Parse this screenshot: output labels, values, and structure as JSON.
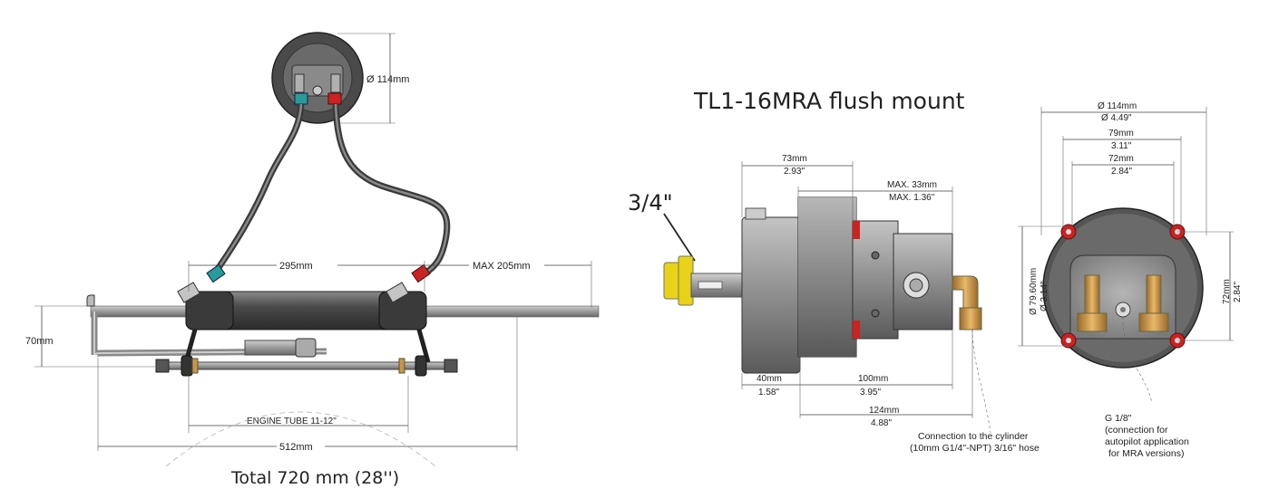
{
  "left_view": {
    "pump_diameter": "Ø 114mm",
    "cylinder_spacing": "295mm",
    "max_extension": "MAX 205mm",
    "height": "70mm",
    "engine_tube": "ENGINE TUBE 11-12\"",
    "overall_length": "512mm",
    "total": "Total 720 mm (28'')"
  },
  "right_view": {
    "title": "TL1-16MRA flush mount",
    "shaft_size": "3/4\"",
    "body_length_mm": "73mm",
    "body_length_in": "2.93\"",
    "max_mm": "MAX. 33mm",
    "max_in": "MAX. 1.36\"",
    "flange_mm": "40mm",
    "flange_in": "1.58\"",
    "rear_mm": "100mm",
    "rear_in": "3.95\"",
    "overall_mm": "124mm",
    "overall_in": "4.88\"",
    "cyl_note_line1": "Connection to the cylinder",
    "cyl_note_line2": "(10mm G1/4\"-NPT) 3/16\" hose"
  },
  "front_view": {
    "dia_mm": "Ø 114mm",
    "dia_in": "Ø 4.49\"",
    "w79_mm": "79mm",
    "w79_in": "3.11\"",
    "w72_mm": "72mm",
    "w72_in": "2.84\"",
    "bolt_mm": "Ø 79.60mm",
    "bolt_in": "Ø 3.14\"",
    "h72_mm": "72mm",
    "h72_in": "2.84\"",
    "port_line1": "G 1/8\"",
    "port_line2": "(connection for",
    "port_line3": "autopilot application",
    "port_line4": "for MRA versions)"
  },
  "colors": {
    "body_grey": "#9a9a9a",
    "dark": "#3a3a3a",
    "brass": "#c8954a",
    "red_port": "#cc2222",
    "teal_port": "#2a9a9a",
    "yellow_nut": "#e8d21a"
  }
}
